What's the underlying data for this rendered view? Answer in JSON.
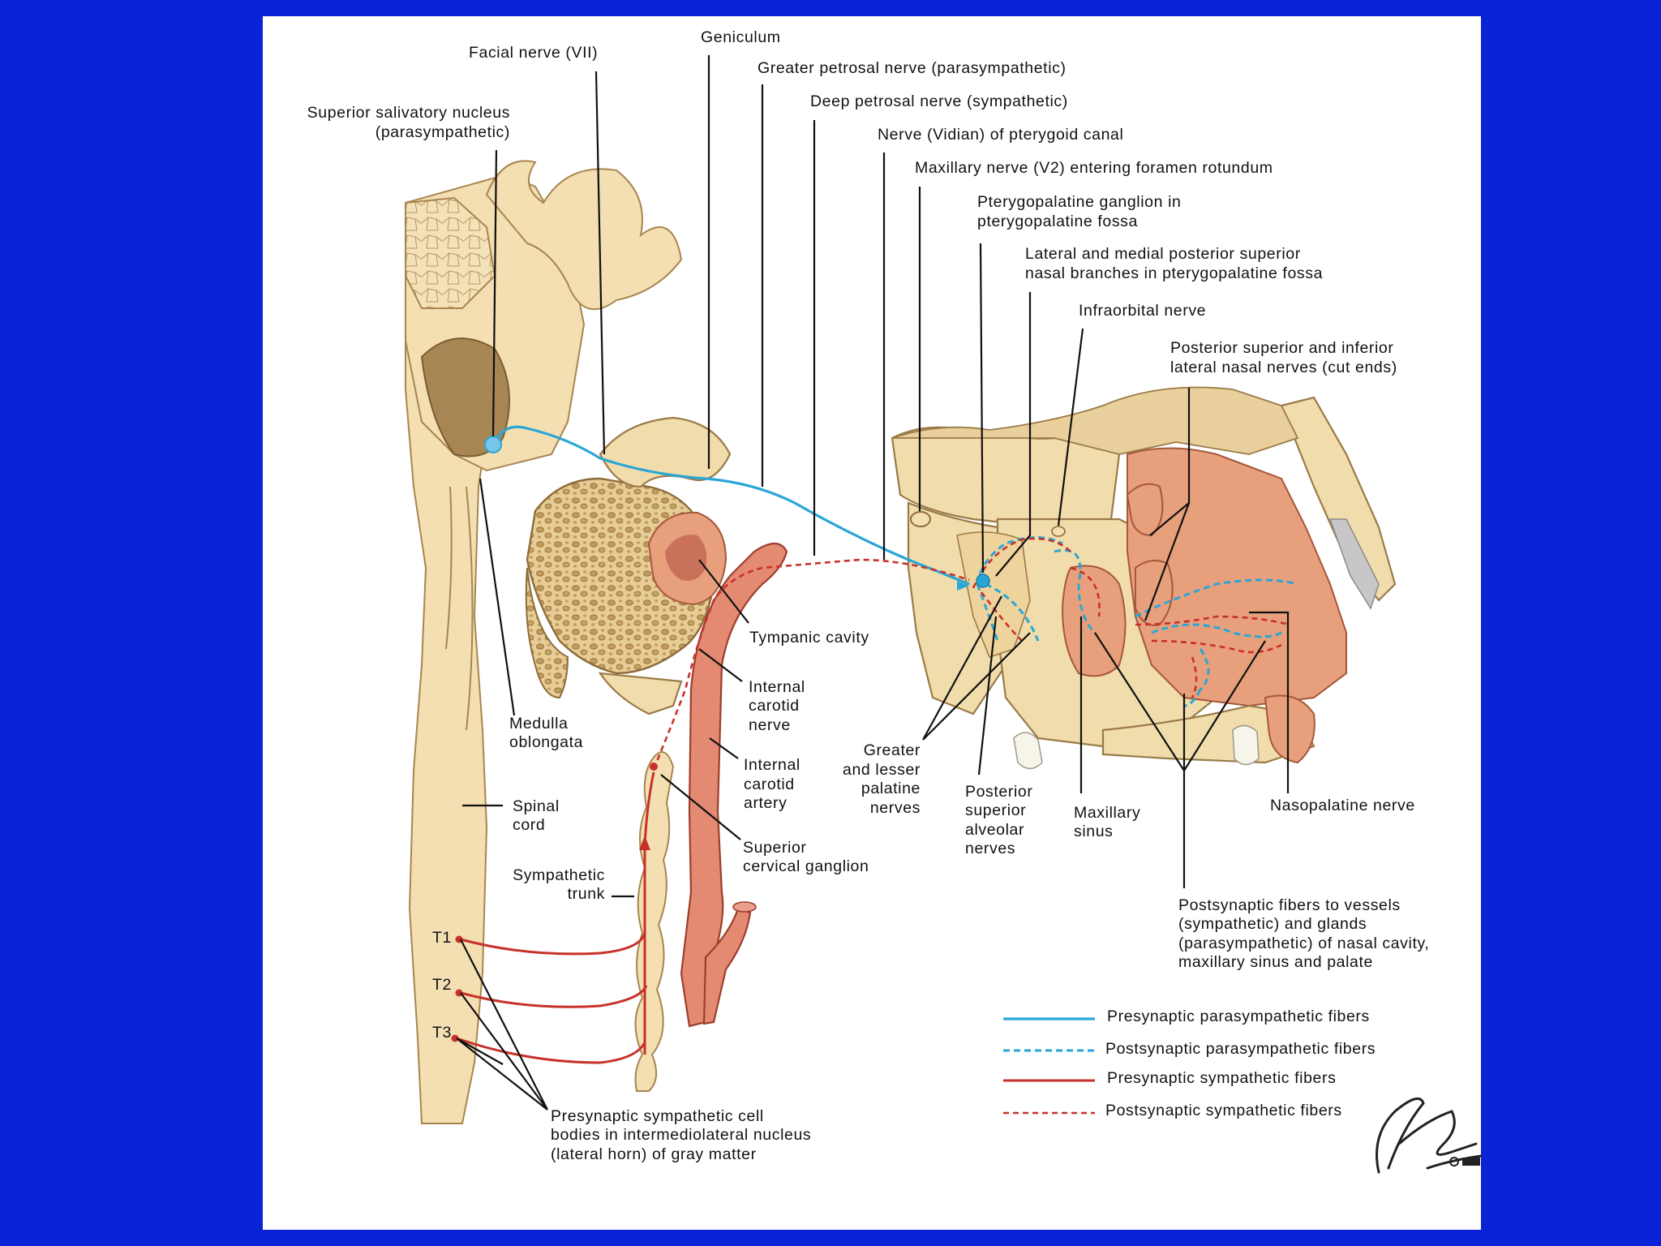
{
  "labels": {
    "geniculum": "Geniculum",
    "facial_nerve": "Facial nerve (VII)",
    "greater_petrosal": "Greater petrosal nerve (parasympathetic)",
    "deep_petrosal": "Deep petrosal nerve (sympathetic)",
    "superior_salivatory_l1": "Superior salivatory nucleus",
    "superior_salivatory_l2": "(parasympathetic)",
    "vidian_nerve": "Nerve (Vidian) of pterygoid canal",
    "maxillary_nerve": "Maxillary nerve (V2) entering foramen rotundum",
    "pterygopalatine_ganglion_l1": "Pterygopalatine ganglion in",
    "pterygopalatine_ganglion_l2": "pterygopalatine fossa",
    "posterior_superior_nasal_l1": "Lateral and medial posterior superior",
    "posterior_superior_nasal_l2": "nasal branches in pterygopalatine fossa",
    "infraorbital_nerve": "Infraorbital nerve",
    "lateral_nasal_l1": "Posterior superior and inferior",
    "lateral_nasal_l2": "lateral nasal nerves (cut ends)",
    "tympanic_cavity": "Tympanic cavity",
    "internal_carotid_nerve_l1": "Internal",
    "internal_carotid_nerve_l2": "carotid",
    "internal_carotid_nerve_l3": "nerve",
    "internal_carotid_artery_l1": "Internal",
    "internal_carotid_artery_l2": "carotid",
    "internal_carotid_artery_l3": "artery",
    "medulla_l1": "Medulla",
    "medulla_l2": "oblongata",
    "spinal_cord_l1": "Spinal",
    "spinal_cord_l2": "cord",
    "superior_cervical_l1": "Superior",
    "superior_cervical_l2": "cervical ganglion",
    "sympathetic_trunk_l1": "Sympathetic",
    "sympathetic_trunk_l2": "trunk",
    "palatine_l1": "Greater",
    "palatine_l2": "and lesser",
    "palatine_l3": "palatine",
    "palatine_l4": "nerves",
    "alveolar_l1": "Posterior",
    "alveolar_l2": "superior",
    "alveolar_l3": "alveolar",
    "alveolar_l4": "nerves",
    "maxillary_sinus_l1": "Maxillary",
    "maxillary_sinus_l2": "sinus",
    "nasopalatine": "Nasopalatine nerve",
    "postsynaptic_l1": "Postsynaptic fibers to vessels",
    "postsynaptic_l2": "(sympathetic) and glands",
    "postsynaptic_l3": "(parasympathetic) of nasal cavity,",
    "postsynaptic_l4": "maxillary sinus and palate",
    "t1": "T1",
    "t2": "T2",
    "t3": "T3",
    "presynaptic_cell_l1": "Presynaptic sympathetic cell",
    "presynaptic_cell_l2": "bodies in intermediolateral nucleus",
    "presynaptic_cell_l3": "(lateral horn) of gray matter"
  },
  "legend": {
    "pre_para": "Presynaptic parasympathetic fibers",
    "post_para": "Postsynaptic parasympathetic fibers",
    "pre_sym": "Presynaptic sympathetic fibers",
    "post_sym": "Postsynaptic sympathetic fibers"
  },
  "colors": {
    "background": "#0a23d6",
    "panel": "#ffffff",
    "parasympathetic": "#2aa6d6",
    "sympathetic": "#c8312a"
  }
}
